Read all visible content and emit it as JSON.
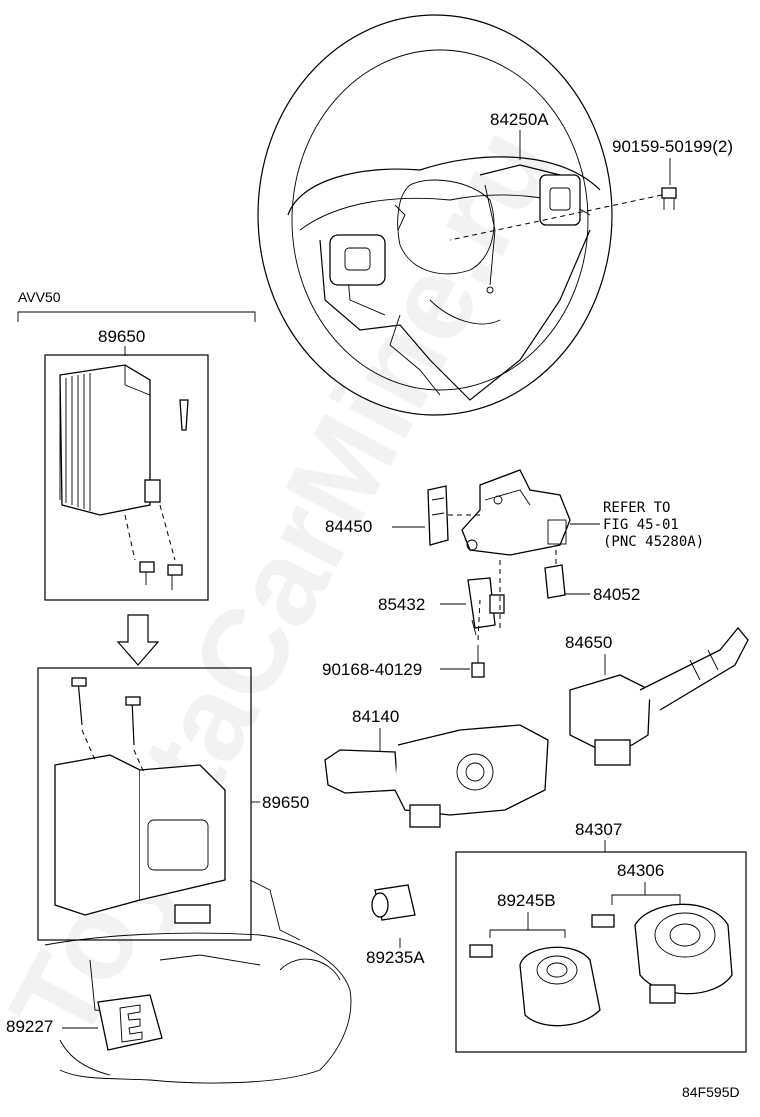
{
  "watermark": "ToyotaCarMine.ru",
  "group_label": "AVV50",
  "figure_code": "84F595D",
  "refer_note": {
    "line1": "REFER TO",
    "line2": "FIG 45-01",
    "line3": "(PNC 45280A)"
  },
  "parts": {
    "p84250A": "84250A",
    "p90159": "90159-50199(2)",
    "p89650_top": "89650",
    "p89650_side": "89650",
    "p84450": "84450",
    "p85432": "85432",
    "p84052": "84052",
    "p90168": "90168-40129",
    "p84650": "84650",
    "p84140": "84140",
    "p84307": "84307",
    "p84306": "84306",
    "p89245B": "89245B",
    "p89235A": "89235A",
    "p89227": "89227"
  }
}
